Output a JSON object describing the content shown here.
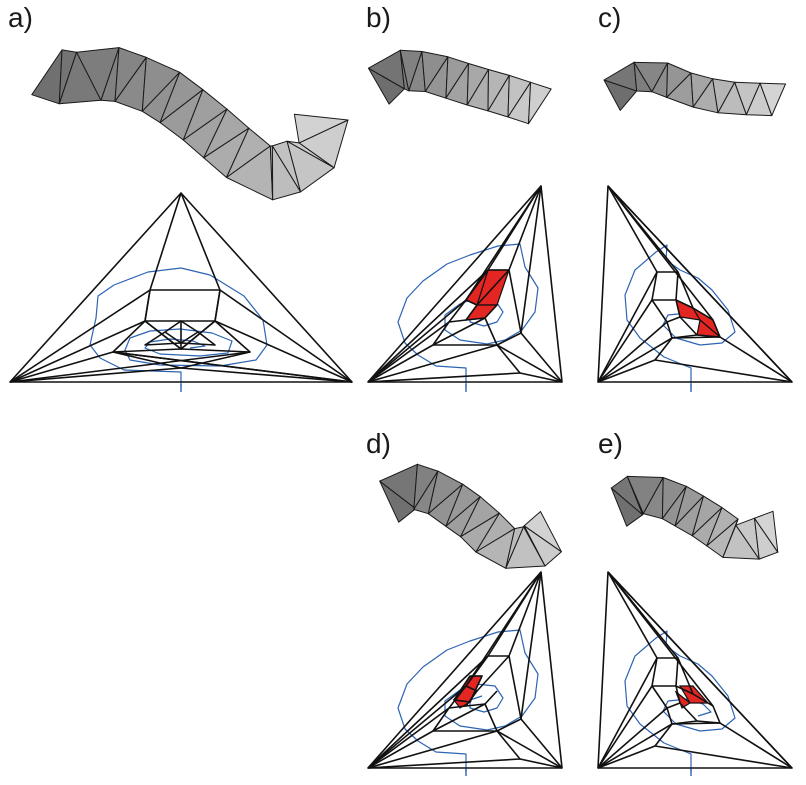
{
  "panels": [
    {
      "id": "a",
      "label": "a)",
      "face_count": 24,
      "shade_dark": "#707070",
      "shade_light": "#d2d2d2"
    },
    {
      "id": "b",
      "label": "b)",
      "face_count": 16,
      "shade_dark": "#6e6e6e",
      "shade_light": "#cfcfcf"
    },
    {
      "id": "c",
      "label": "c)",
      "face_count": 14,
      "shade_dark": "#6e6e6e",
      "shade_light": "#d4d4d4"
    },
    {
      "id": "d",
      "label": "d)",
      "face_count": 18,
      "shade_dark": "#707070",
      "shade_light": "#d2d2d2"
    },
    {
      "id": "e",
      "label": "e)",
      "face_count": 18,
      "shade_dark": "#707070",
      "shade_light": "#d4d4d4"
    }
  ],
  "colors": {
    "strip_stroke": "#1a1a1a",
    "mesh_edge": "#111111",
    "dual_path": "#2d64b4",
    "highlight": "#e32622",
    "background": "#ffffff"
  }
}
